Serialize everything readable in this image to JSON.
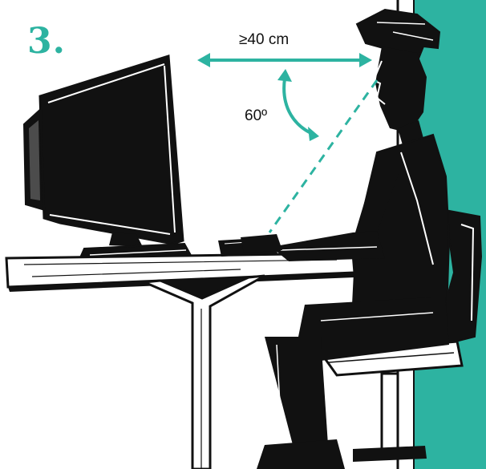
{
  "step_number": "3.",
  "distance_label": "≥40 cm",
  "angle_label": "60º",
  "colors": {
    "accent": "#2db3a1",
    "ink": "#111111",
    "paper": "#ffffff"
  }
}
